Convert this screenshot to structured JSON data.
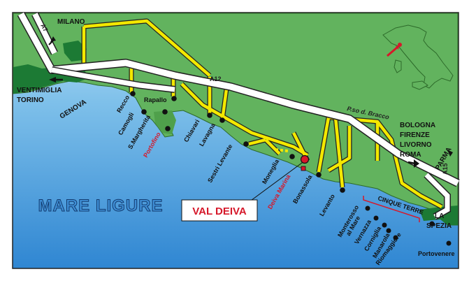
{
  "sea": {
    "label": "MARE LIGURE"
  },
  "highways": {
    "a7": "A7",
    "a12": "A12",
    "a15": "A15",
    "pass": "P.so d. Bracco"
  },
  "cities": {
    "milano": "MILANO",
    "genova": "GENOVA",
    "west": [
      "VENTIMIGLIA",
      "TORINO"
    ],
    "east": [
      "BOLOGNA",
      "FIRENZE",
      "LIVORNO",
      "ROMA"
    ],
    "parma": "PARMA",
    "la_spezia": [
      "LA",
      "SPEZIA"
    ]
  },
  "towns": {
    "recco": "Recco",
    "camogli": "Camogli",
    "s_margherita": "S.Margherita",
    "portofino": "Portofino",
    "rapallo": "Rapallo",
    "chiavari": "Chiavari",
    "lavagna": "Lavagna",
    "sestri_levante": "Sestri Levante",
    "moneglia": "Moneglia",
    "deiva_marina": "Deiva Marina",
    "bonassola": "Bonassola",
    "levanto": "Levanto",
    "monterosso": [
      "Monterosso",
      "al Mare"
    ],
    "vernazza": "Vernazza",
    "corniglia": "Corniglia",
    "manarola": "Manarola",
    "riomaggiore": "Riomaggiore",
    "portovenere": "Portovenere"
  },
  "cinque_terre": "CINQUE TERRE",
  "highlight": {
    "label": "VAL DEIVA"
  },
  "colors": {
    "sea": "#3f8fd6",
    "land": "#62b35e",
    "road": "#f3e800",
    "highlight": "#d6182a"
  }
}
